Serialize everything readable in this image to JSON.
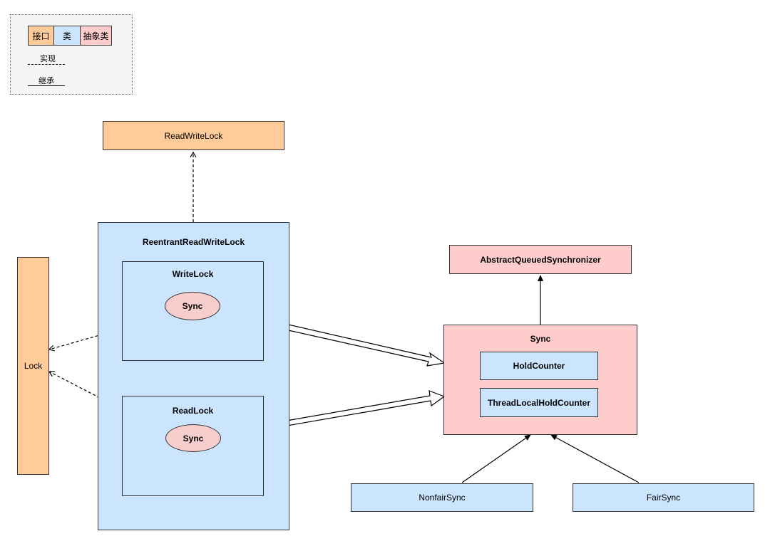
{
  "legend": {
    "interface_label": "接口",
    "class_label": "类",
    "abstract_label": "抽象类",
    "implements_label": "实现",
    "extends_label": "继承"
  },
  "nodes": {
    "read_write_lock": "ReadWriteLock",
    "reentrant_read_write_lock": "ReentrantReadWriteLock",
    "write_lock": "WriteLock",
    "write_lock_sync": "Sync",
    "read_lock": "ReadLock",
    "read_lock_sync": "Sync",
    "lock": "Lock",
    "aqs": "AbstractQueuedSynchronizer",
    "sync": "Sync",
    "hold_counter": "HoldCounter",
    "thread_local_hold_counter": "ThreadLocalHoldCounter",
    "nonfair_sync": "NonfairSync",
    "fair_sync": "FairSync"
  },
  "colors": {
    "interface": "#ffcc99",
    "class": "#cce5ff",
    "abstract_class": "#ffcccc",
    "sync_instance": "#f8cecc"
  }
}
